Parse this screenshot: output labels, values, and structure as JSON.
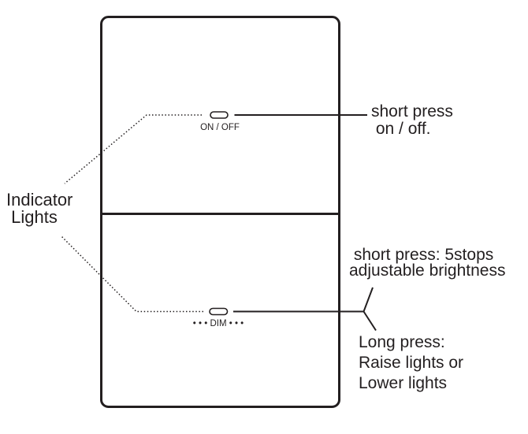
{
  "colors": {
    "ink": "#231f20",
    "background": "#ffffff"
  },
  "panel": {
    "buttons": [
      {
        "id": "on-off",
        "label": "ON / OFF"
      },
      {
        "id": "dim",
        "label": "• • • DIM • • •"
      }
    ]
  },
  "annotations": {
    "indicator_lights": "Indicator\n Lights",
    "on_off_action": "short press\n on / off.",
    "dim_short_press": " short press: 5stops\nadjustable brightness",
    "dim_long_press": "Long press:\nRaise lights or\nLower lights"
  }
}
